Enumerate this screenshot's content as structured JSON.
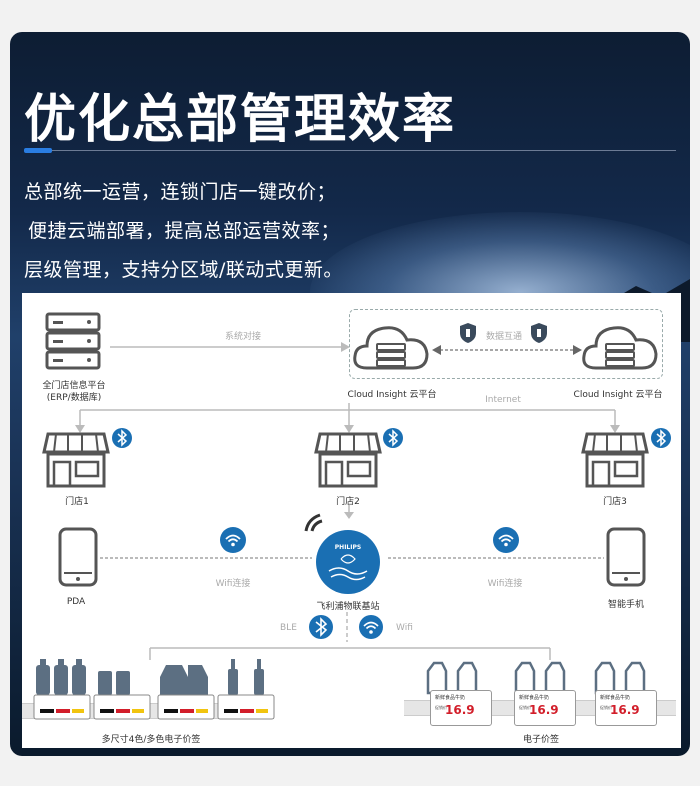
{
  "header": {
    "title": "优化总部管理效率",
    "lines": [
      "总部统一运营，连锁门店一键改价；",
      "便捷云端部署，提高总部运营效率；",
      "层级管理，支持分区域/联动式更新。"
    ]
  },
  "diagram": {
    "erp_label_1": "全门店信息平台",
    "erp_label_2": "(ERP/数据库)",
    "link_label": "系统对接",
    "cloud_left": "Cloud Insight 云平台",
    "cloud_right": "Cloud Insight 云平台",
    "sync_label": "数据互通",
    "internet_label": "Internet",
    "stores": [
      "门店1",
      "门店2",
      "门店3"
    ],
    "pda_label": "PDA",
    "phone_label": "智能手机",
    "wifi_left": "Wifi连接",
    "wifi_right": "Wifi连接",
    "hub_label": "飞利浦物联基站",
    "hub_brand": "PHILIPS",
    "ble_label": "BLE",
    "wifi_label": "Wifi",
    "tags_left_label": "多尺寸4色/多色电子价签",
    "tags_right_label": "电子价签",
    "tag_title": "新鲜食品牛奶",
    "tag_price": "16.9",
    "tag_small": "促销价"
  },
  "colors": {
    "accent": "#1a6fb3",
    "price_red": "#d21e2a",
    "gray_icon": "#555555"
  }
}
